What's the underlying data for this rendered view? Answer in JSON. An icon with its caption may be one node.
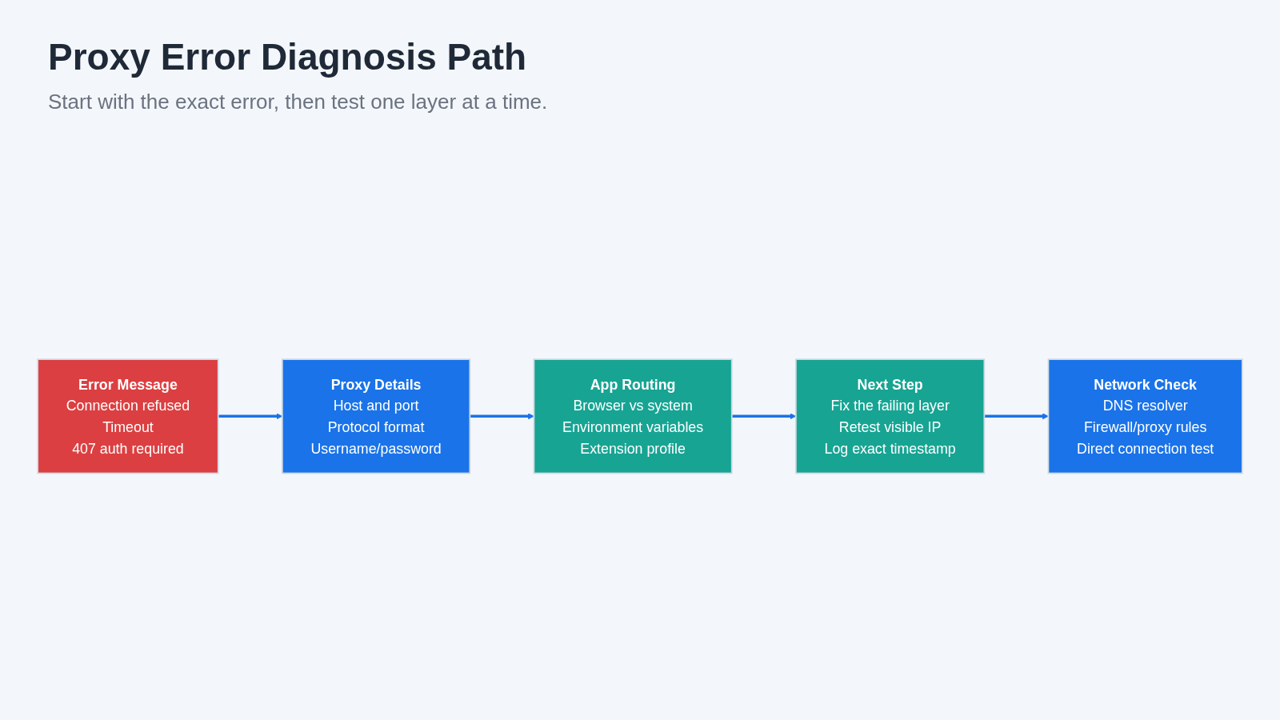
{
  "diagram": {
    "title": "Proxy Error Diagnosis Path",
    "caption": "Start with the exact error, then test one layer at a time.",
    "nodes": [
      {
        "text": [
          "Error Message",
          "Connection refused",
          "Timeout",
          "407 auth required"
        ]
      },
      {
        "text": [
          "Proxy Details",
          "Host and port",
          "Protocol format",
          "Username/password"
        ]
      },
      {
        "text": [
          "App Routing",
          "Browser vs system",
          "Environment variables",
          "Extension profile"
        ]
      },
      {
        "text": [
          "Network Check",
          "DNS resolver",
          "Firewall/proxy rules",
          "Direct connection test"
        ]
      },
      {
        "text": [
          "Next Step",
          "Fix the failing layer",
          "Retest visible IP",
          "Log exact timestamp"
        ]
      }
    ],
    "edges": [
      {
        "from": 0,
        "to": 1,
        "arrow": "to"
      },
      {
        "from": 1,
        "to": 2,
        "arrow": "to"
      },
      {
        "from": 2,
        "to": 4,
        "arrow": "to"
      },
      {
        "from": 4,
        "to": 3,
        "arrow": "to"
      }
    ]
  }
}
